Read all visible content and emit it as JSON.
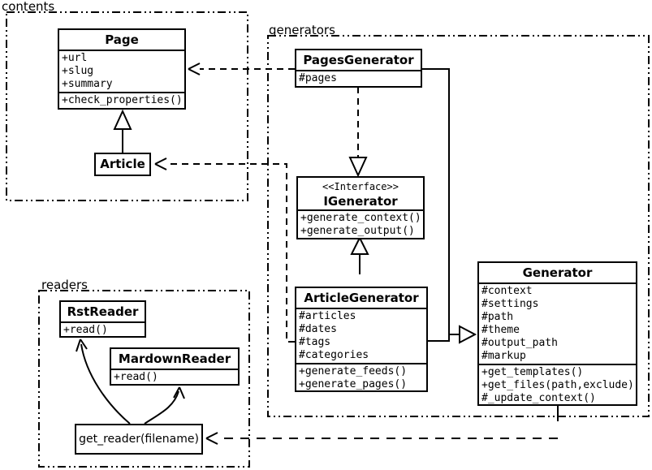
{
  "colors": {
    "line": "#000000",
    "background": "#ffffff",
    "box_fill": "#ffffff"
  },
  "packages": {
    "contents": {
      "label": "contents"
    },
    "generators": {
      "label": "generators"
    },
    "readers": {
      "label": "readers"
    }
  },
  "classes": {
    "page": {
      "title": "Page",
      "attributes": [
        "+url",
        "+slug",
        "+summary"
      ],
      "methods": [
        "+check_properties()"
      ]
    },
    "article": {
      "title": "Article"
    },
    "pages_generator": {
      "title": "PagesGenerator",
      "attributes": [
        "#pages"
      ]
    },
    "igenerator": {
      "stereotype": "<<Interface>>",
      "title": "IGenerator",
      "methods": [
        "+generate_context()",
        "+generate_output()"
      ]
    },
    "article_generator": {
      "title": "ArticleGenerator",
      "attributes": [
        "#articles",
        "#dates",
        "#tags",
        "#categories"
      ],
      "methods": [
        "+generate_feeds()",
        "+generate_pages()"
      ]
    },
    "generator": {
      "title": "Generator",
      "attributes": [
        "#context",
        "#settings",
        "#path",
        "#theme",
        "#output_path",
        "#markup"
      ],
      "methods": [
        "+get_templates()",
        "+get_files(path,exclude)",
        "#_update_context()"
      ]
    },
    "rst_reader": {
      "title": "RstReader",
      "methods": [
        "+read()"
      ]
    },
    "mardown_reader": {
      "title": "MardownReader",
      "methods": [
        "+read()"
      ]
    },
    "get_reader": {
      "title": "get_reader(filename)"
    }
  }
}
